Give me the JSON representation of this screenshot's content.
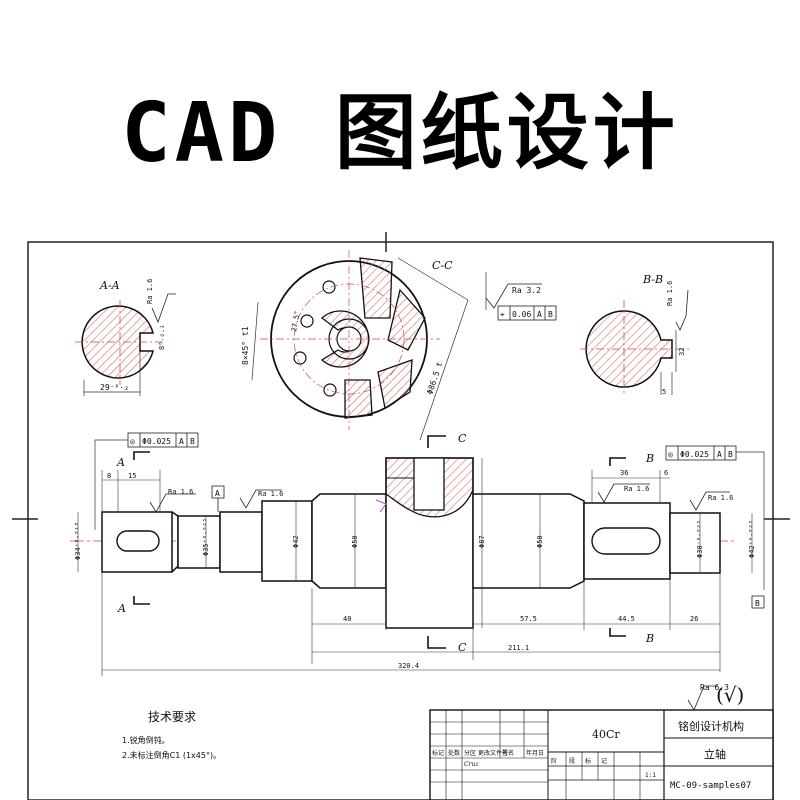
{
  "banner": {
    "title": "CAD 图纸设计"
  },
  "sections": {
    "aa": "A-A",
    "bb": "B-B",
    "cc": "C-C",
    "cut_c_top": "C",
    "cut_c_bottom": "C",
    "cut_a_top": "A",
    "cut_a_bottom": "A",
    "cut_b_top": "B",
    "cut_b_bottom": "B"
  },
  "datums": {
    "a": "A",
    "b": "B"
  },
  "tolerances": {
    "cc_frame": [
      "⌖",
      "0.06",
      "A",
      "B"
    ],
    "left_frame": [
      "◎",
      "Φ0.025",
      "A",
      "B"
    ],
    "right_frame": [
      "◎",
      "Φ0.025",
      "A",
      "B"
    ]
  },
  "roughness": {
    "cc": "Ra 3.2",
    "aa": "Ra 1.6",
    "bb": "Ra 1.6",
    "shaft1": "Ra 1.6",
    "shaft2": "Ra 1.6",
    "shaft3": "Ra 1.6",
    "shaft4": "Ra 1.6",
    "general": "Ra 6.3",
    "general_symbol": "(√)"
  },
  "dimensions": {
    "aa_width": "29⁻⁰·₂",
    "aa_depth": "8⁰₋₀.₃",
    "bb_depth": "32",
    "bb_small": "5",
    "cc_angle": "8×45° t1",
    "cc_dia": "Φ86.5 t",
    "cc_inner": "27.5°",
    "top_8": "8",
    "top_15": "15",
    "top_36": "36",
    "top_6": "6",
    "d_left": "Φ34⁺⁰·⁰¹⁸",
    "d_35": "Φ35⁺⁰·⁰²⁵",
    "d_42": "Φ42",
    "d_50a": "Φ50",
    "d_87": "Φ87",
    "d_50b": "Φ50",
    "d_30": "Φ30⁻⁰·⁰²⁵",
    "d_right": "Φ42⁺⁰·⁰²⁵",
    "len_40": "40",
    "len_57": "57.5",
    "len_44": "44.5",
    "len_26": "26",
    "len_211": "211.1",
    "len_total": "320.4"
  },
  "notes": {
    "heading": "技术要求",
    "line1": "1.锐角倒钝。",
    "line2": "2.未标注倒角C1 (1x45°)。"
  },
  "title_block": {
    "material": "40Cr",
    "company": "铭创设计机构",
    "part_name": "立轴",
    "drawing_no": "MC-09-samples07",
    "scale": "1:1",
    "small_labels": [
      "标记",
      "处数",
      "分区",
      "更改文件号",
      "签名",
      "年月日"
    ],
    "stage_labels": [
      "阶",
      "段",
      "标",
      "记"
    ],
    "designer": "Cruz"
  }
}
